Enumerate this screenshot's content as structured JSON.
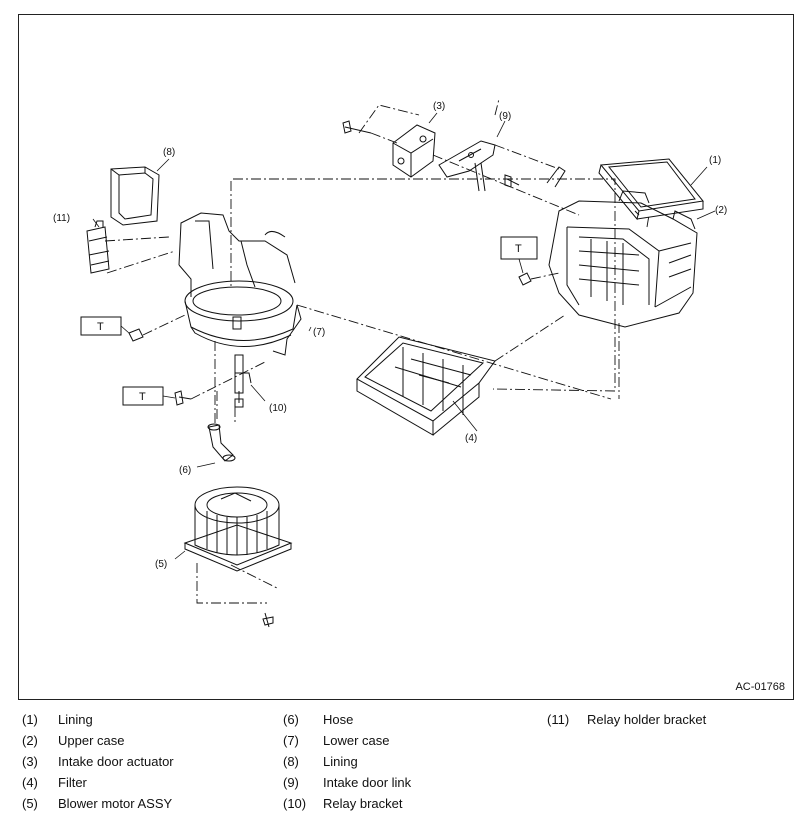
{
  "figure_id": "AC-01768",
  "callouts": {
    "c1": "(1)",
    "c2": "(2)",
    "c3": "(3)",
    "c4": "(4)",
    "c5": "(5)",
    "c6": "(6)",
    "c7": "(7)",
    "c8": "(8)",
    "c9": "(9)",
    "c10": "(10)",
    "c11": "(11)"
  },
  "torque_label": "T",
  "legend": {
    "col1": [
      {
        "num": "(1)",
        "label": "Lining"
      },
      {
        "num": "(2)",
        "label": "Upper case"
      },
      {
        "num": "(3)",
        "label": "Intake door actuator"
      },
      {
        "num": "(4)",
        "label": "Filter"
      },
      {
        "num": "(5)",
        "label": "Blower motor ASSY"
      }
    ],
    "col2": [
      {
        "num": "(6)",
        "label": "Hose"
      },
      {
        "num": "(7)",
        "label": "Lower case"
      },
      {
        "num": "(8)",
        "label": "Lining"
      },
      {
        "num": "(9)",
        "label": "Intake door link"
      },
      {
        "num": "(10)",
        "label": "Relay bracket"
      }
    ],
    "col3": [
      {
        "num": "(11)",
        "label": "Relay holder bracket"
      }
    ]
  }
}
